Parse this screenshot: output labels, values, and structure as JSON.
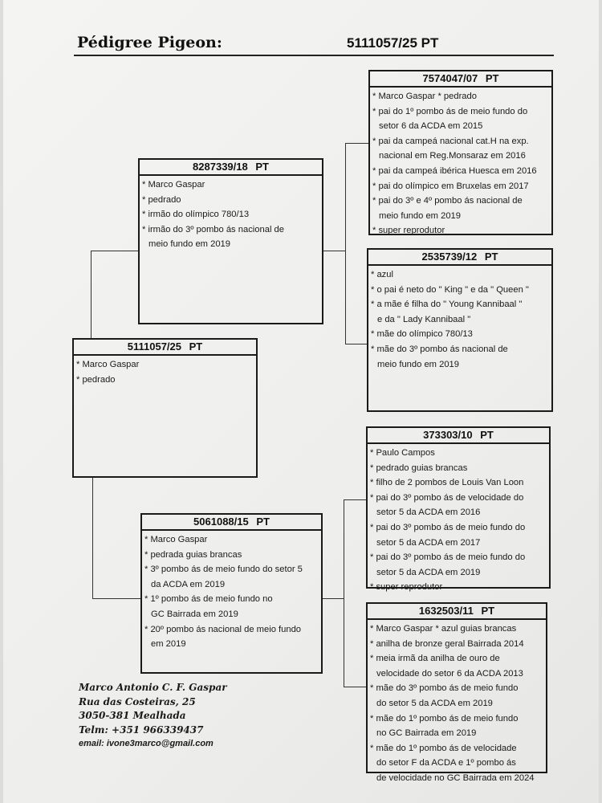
{
  "header": {
    "title": "Pédigree Pigeon:",
    "ring": "5111057/25   PT"
  },
  "boxes": {
    "subject": {
      "ring": "5111057/25   PT",
      "lines": [
        "* Marco Gaspar",
        "* pedrado"
      ]
    },
    "sire": {
      "ring": "8287339/18   PT",
      "lines": [
        "* Marco Gaspar",
        "* pedrado",
        "* irmão do olímpico 780/13",
        "* irmão do 3º pombo ás nacional de",
        "meio fundo em 2019"
      ]
    },
    "dam": {
      "ring": "5061088/15   PT",
      "lines": [
        "* Marco Gaspar",
        "* pedrada guias brancas",
        "* 3º pombo ás de meio fundo do setor 5",
        "da ACDA em 2019",
        "* 1º pombo ás de meio fundo no",
        "GC Bairrada em 2019",
        "* 20º pombo ás nacional de meio fundo",
        "em 2019"
      ]
    },
    "sire_sire": {
      "ring": "7574047/07   PT",
      "lines": [
        "* Marco Gaspar      * pedrado",
        "* pai do 1º pombo ás de meio fundo do",
        "setor 6 da ACDA em 2015",
        "* pai da campeá nacional cat.H na exp.",
        "nacional em Reg.Monsaraz em 2016",
        "* pai da campeá ibérica Huesca em 2016",
        "* pai do olímpico em Bruxelas em 2017",
        "* pai do 3º e 4º pombo ás nacional de",
        "meio fundo em 2019",
        "* super reprodutor"
      ]
    },
    "sire_dam": {
      "ring": "2535739/12   PT",
      "lines": [
        "* azul",
        "* o pai é neto do \" King \" e da \" Queen \"",
        "* a mãe é filha do \" Young Kannibaal \"",
        "e da \" Lady Kannibaal \"",
        "* mãe do olímpico 780/13",
        "* mãe do 3º pombo ás nacional de",
        "meio fundo em 2019"
      ]
    },
    "dam_sire": {
      "ring": "373303/10   PT",
      "lines": [
        "* Paulo Campos",
        "* pedrado guias brancas",
        "* filho de 2 pombos de Louis Van Loon",
        "* pai do 3º pombo ás de velocidade do",
        "setor 5 da ACDA em 2016",
        "* pai do 3º pombo ás de meio fundo do",
        "setor 5 da ACDA em 2017",
        "* pai do 3º pombo ás de meio fundo do",
        "setor 5 da ACDA em 2019",
        "* super reprodutor"
      ]
    },
    "dam_dam": {
      "ring": "1632503/11   PT",
      "lines": [
        "* Marco Gaspar   * azul guias brancas",
        "* anilha de bronze geral Bairrada 2014",
        "* meia irmã da anilha de ouro de",
        "velocidade do setor 6 da ACDA 2013",
        "* mãe do 3º pombo ás de meio fundo",
        "do setor 5 da ACDA em 2019",
        "* mãe do 1º pombo ás de meio fundo",
        "no GC Bairrada em 2019",
        "* mãe do 1º pombo ás de velocidade",
        "do setor F da ACDA e 1º pombo ás",
        "de velocidade no GC Bairrada em 2024"
      ]
    }
  },
  "owner": {
    "name": "Marco Antonio C. F. Gaspar",
    "street": "Rua das Costeiras, 25",
    "city": "3050-381 Mealhada",
    "phone": "Telm: +351 966339437",
    "email": "email: ivone3marco@gmail.com"
  }
}
